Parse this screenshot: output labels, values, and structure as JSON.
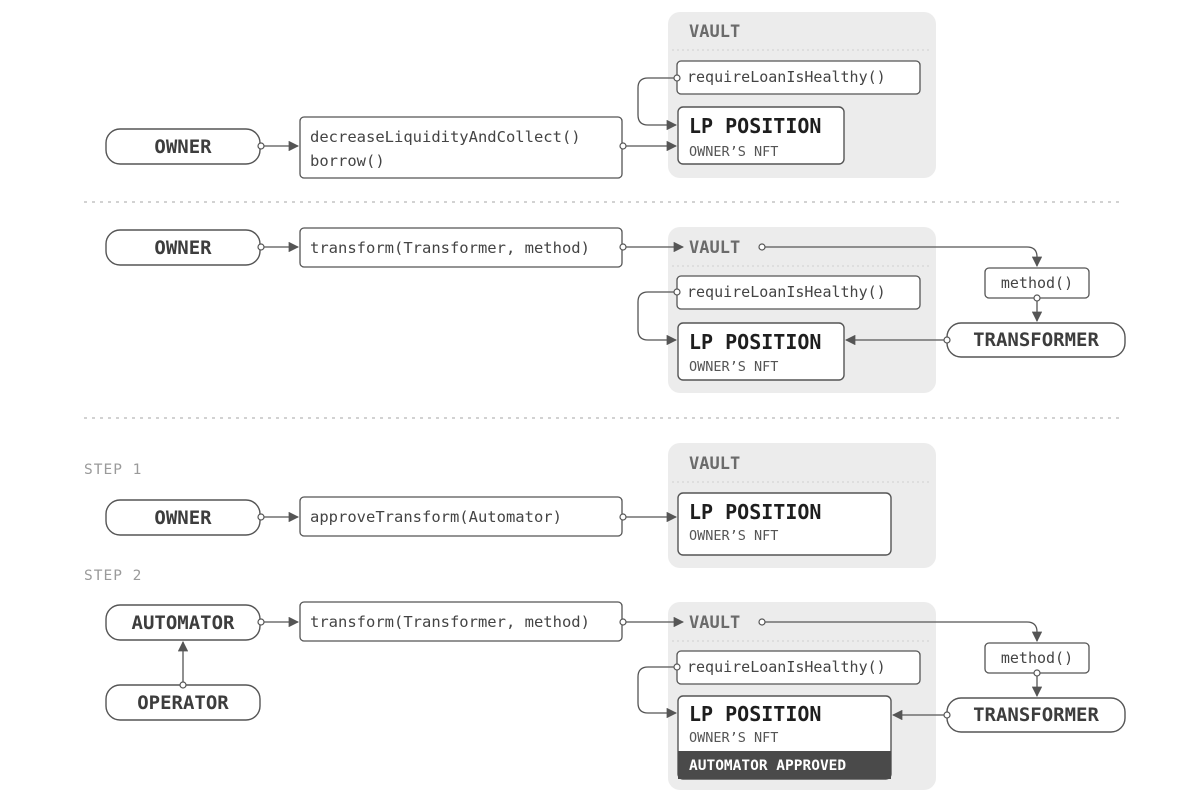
{
  "actors": {
    "owner": "OWNER",
    "transformer": "TRANSFORMER",
    "automator": "AUTOMATOR",
    "operator": "OPERATOR"
  },
  "vault_label": "VAULT",
  "lp_position": {
    "title": "LP POSITION",
    "subtitle": "OWNER’S NFT",
    "approved_badge": "AUTOMATOR APPROVED"
  },
  "calls": {
    "decrease_liquidity": "decreaseLiquidityAndCollect()",
    "borrow": "borrow()",
    "require_healthy": "requireLoanIsHealthy()",
    "transform": "transform(Transformer, method)",
    "method": "method()",
    "approve_transform": "approveTransform(Automator)"
  },
  "steps": {
    "step1": "STEP 1",
    "step2": "STEP 2"
  }
}
